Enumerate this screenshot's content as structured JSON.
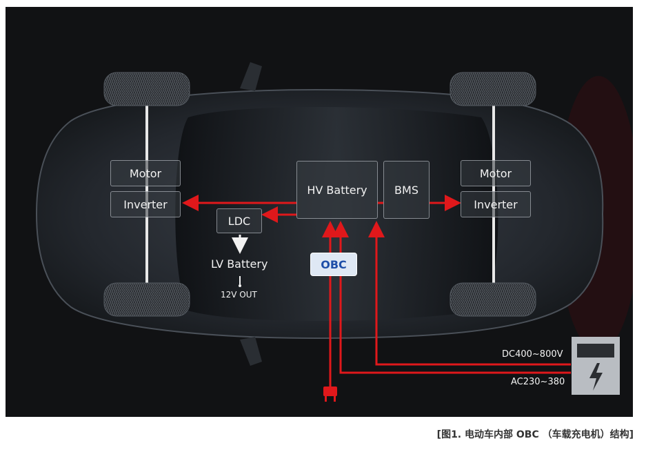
{
  "diagram": {
    "front_motor": "Motor",
    "front_inverter": "Inverter",
    "ldc": "LDC",
    "lv_battery": "LV Battery",
    "lv_output": "12V OUT",
    "hv_battery": "HV Battery",
    "bms": "BMS",
    "rear_motor": "Motor",
    "rear_inverter": "Inverter",
    "obc": "OBC",
    "dc_input": "DC400~800V",
    "ac_input": "AC230~380"
  },
  "caption": "[图1. 电动车内部 OBC （车载充电机）结构]",
  "colors": {
    "background": "#111214",
    "flow_arrow": "#e0181b",
    "obc_fill": "#dfe8f4",
    "obc_text": "#1f4fa8"
  },
  "icons": [
    "ac-plug-icon",
    "dc-charger-icon",
    "lightning-icon"
  ]
}
